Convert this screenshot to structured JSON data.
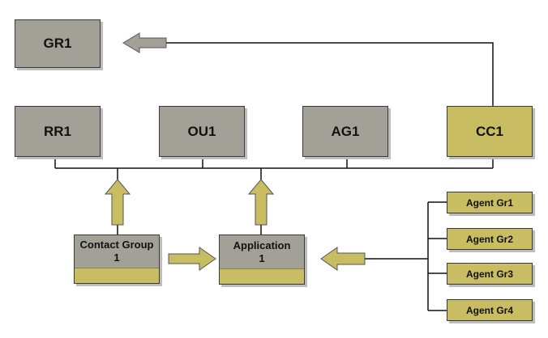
{
  "nodes": {
    "gr1": "GR1",
    "rr1": "RR1",
    "ou1": "OU1",
    "ag1": "AG1",
    "cc1": "CC1",
    "contact_group": "Contact Group\n1",
    "application": "Application\n1",
    "agent_groups": [
      "Agent Gr1",
      "Agent Gr2",
      "Agent Gr3",
      "Agent Gr4"
    ]
  },
  "colors": {
    "grey_box": "#a3a197",
    "olive_box": "#c8bd62",
    "line": "#111111"
  }
}
